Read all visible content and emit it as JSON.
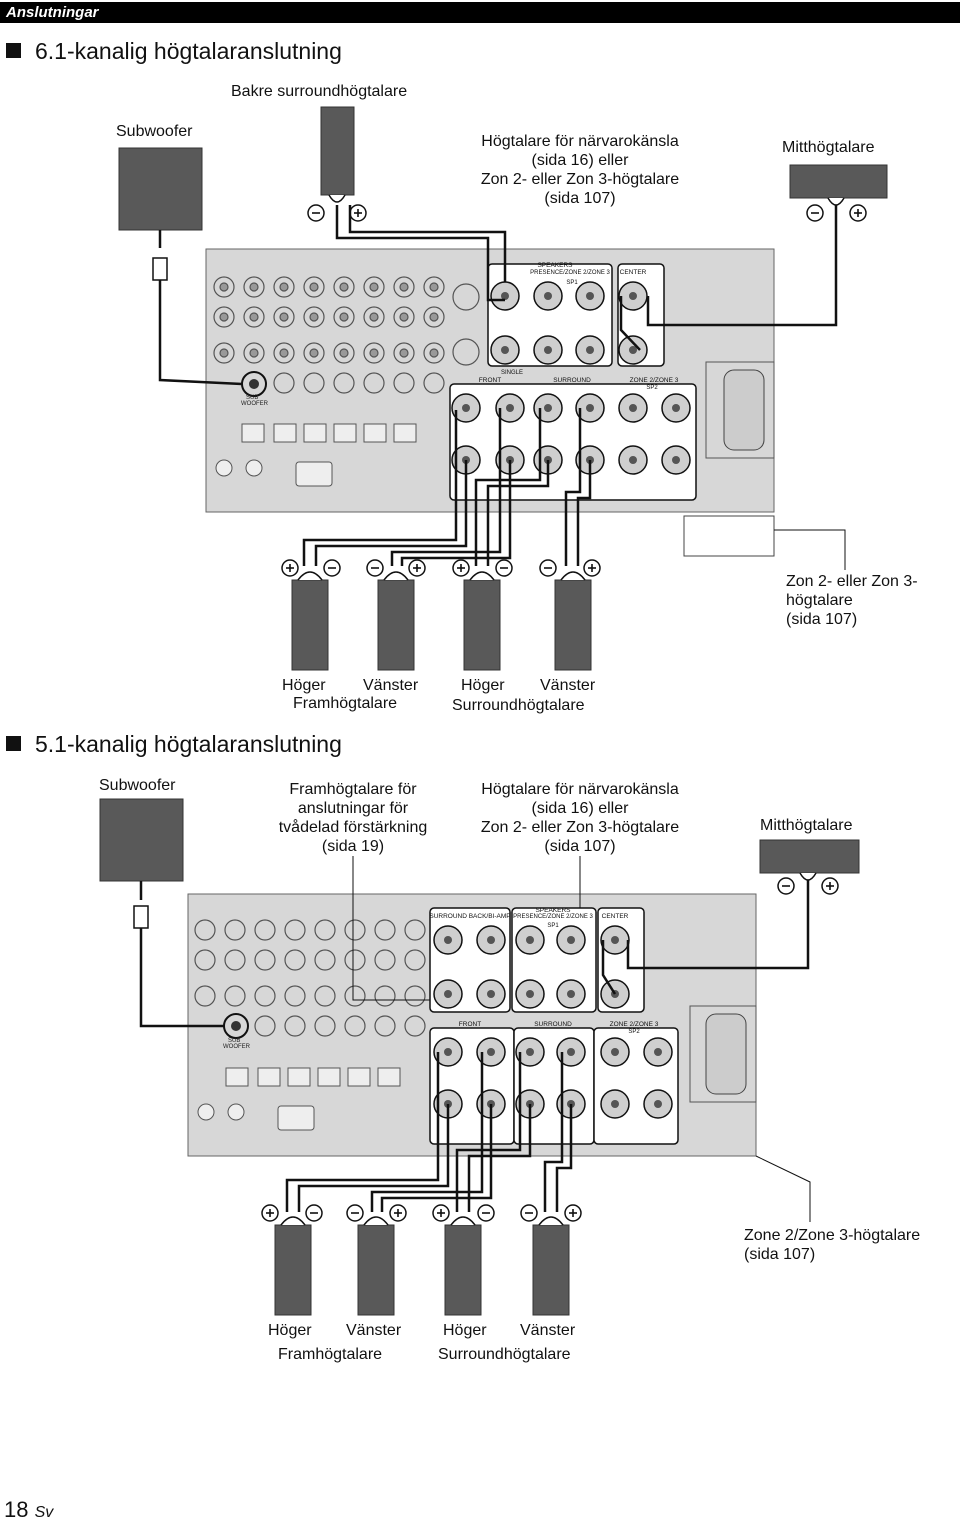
{
  "header": {
    "section": "Anslutningar"
  },
  "diagram1": {
    "title": "6.1-kanalig högtalaranslutning",
    "labels": {
      "back_surround": "Bakre surroundhögtalare",
      "subwoofer": "Subwoofer",
      "presence": [
        "Högtalare för närvarokänsla",
        "(sida 16) eller",
        "Zon 2- eller Zon 3-högtalare",
        "(sida 107)"
      ],
      "center": "Mitthögtalare",
      "zone": [
        "Zon 2- eller Zon 3-",
        "högtalare",
        "(sida 107)"
      ],
      "front_right": "Höger",
      "front_left": "Vänster",
      "front": "Framhögtalare",
      "surround_right": "Höger",
      "surround_left": "Vänster",
      "surround": "Surroundhögtalare"
    },
    "panel": {
      "speakers": "SPEAKERS",
      "presence_zone": "PRESENCE/ZONE 2/ZONE 3",
      "sp1": "SP1",
      "center": "CENTER",
      "single": "SINGLE",
      "front": "FRONT",
      "surround": "SURROUND",
      "zone23": "ZONE 2/ZONE 3",
      "sp2": "SP2",
      "sub": "SUB",
      "woofer": "WOOFER"
    }
  },
  "diagram2": {
    "title": "5.1-kanalig högtalaranslutning",
    "labels": {
      "subwoofer": "Subwoofer",
      "biamp": [
        "Framhögtalare för",
        "anslutningar för",
        "tvådelad förstärkning",
        "(sida 19)"
      ],
      "presence": [
        "Högtalare för närvarokänsla",
        "(sida 16) eller",
        "Zon 2- eller Zon 3-högtalare",
        "(sida 107)"
      ],
      "center": "Mitthögtalare",
      "zone": [
        "Zone 2/Zone 3-högtalare",
        "(sida 107)"
      ],
      "front_right": "Höger",
      "front_left": "Vänster",
      "front": "Framhögtalare",
      "surround_right": "Höger",
      "surround_left": "Vänster",
      "surround": "Surroundhögtalare"
    },
    "panel": {
      "surround_back": "SURROUND BACK/BI-AMP",
      "speakers": "SPEAKERS",
      "presence_zone": "PRESENCE/ZONE 2/ZONE 3",
      "sp1": "SP1",
      "center": "CENTER",
      "front": "FRONT",
      "surround": "SURROUND",
      "zone23": "ZONE 2/ZONE 3",
      "sp2": "SP2",
      "sub": "SUB",
      "woofer": "WOOFER"
    }
  },
  "footer": {
    "page": "18",
    "lang": "Sv"
  }
}
